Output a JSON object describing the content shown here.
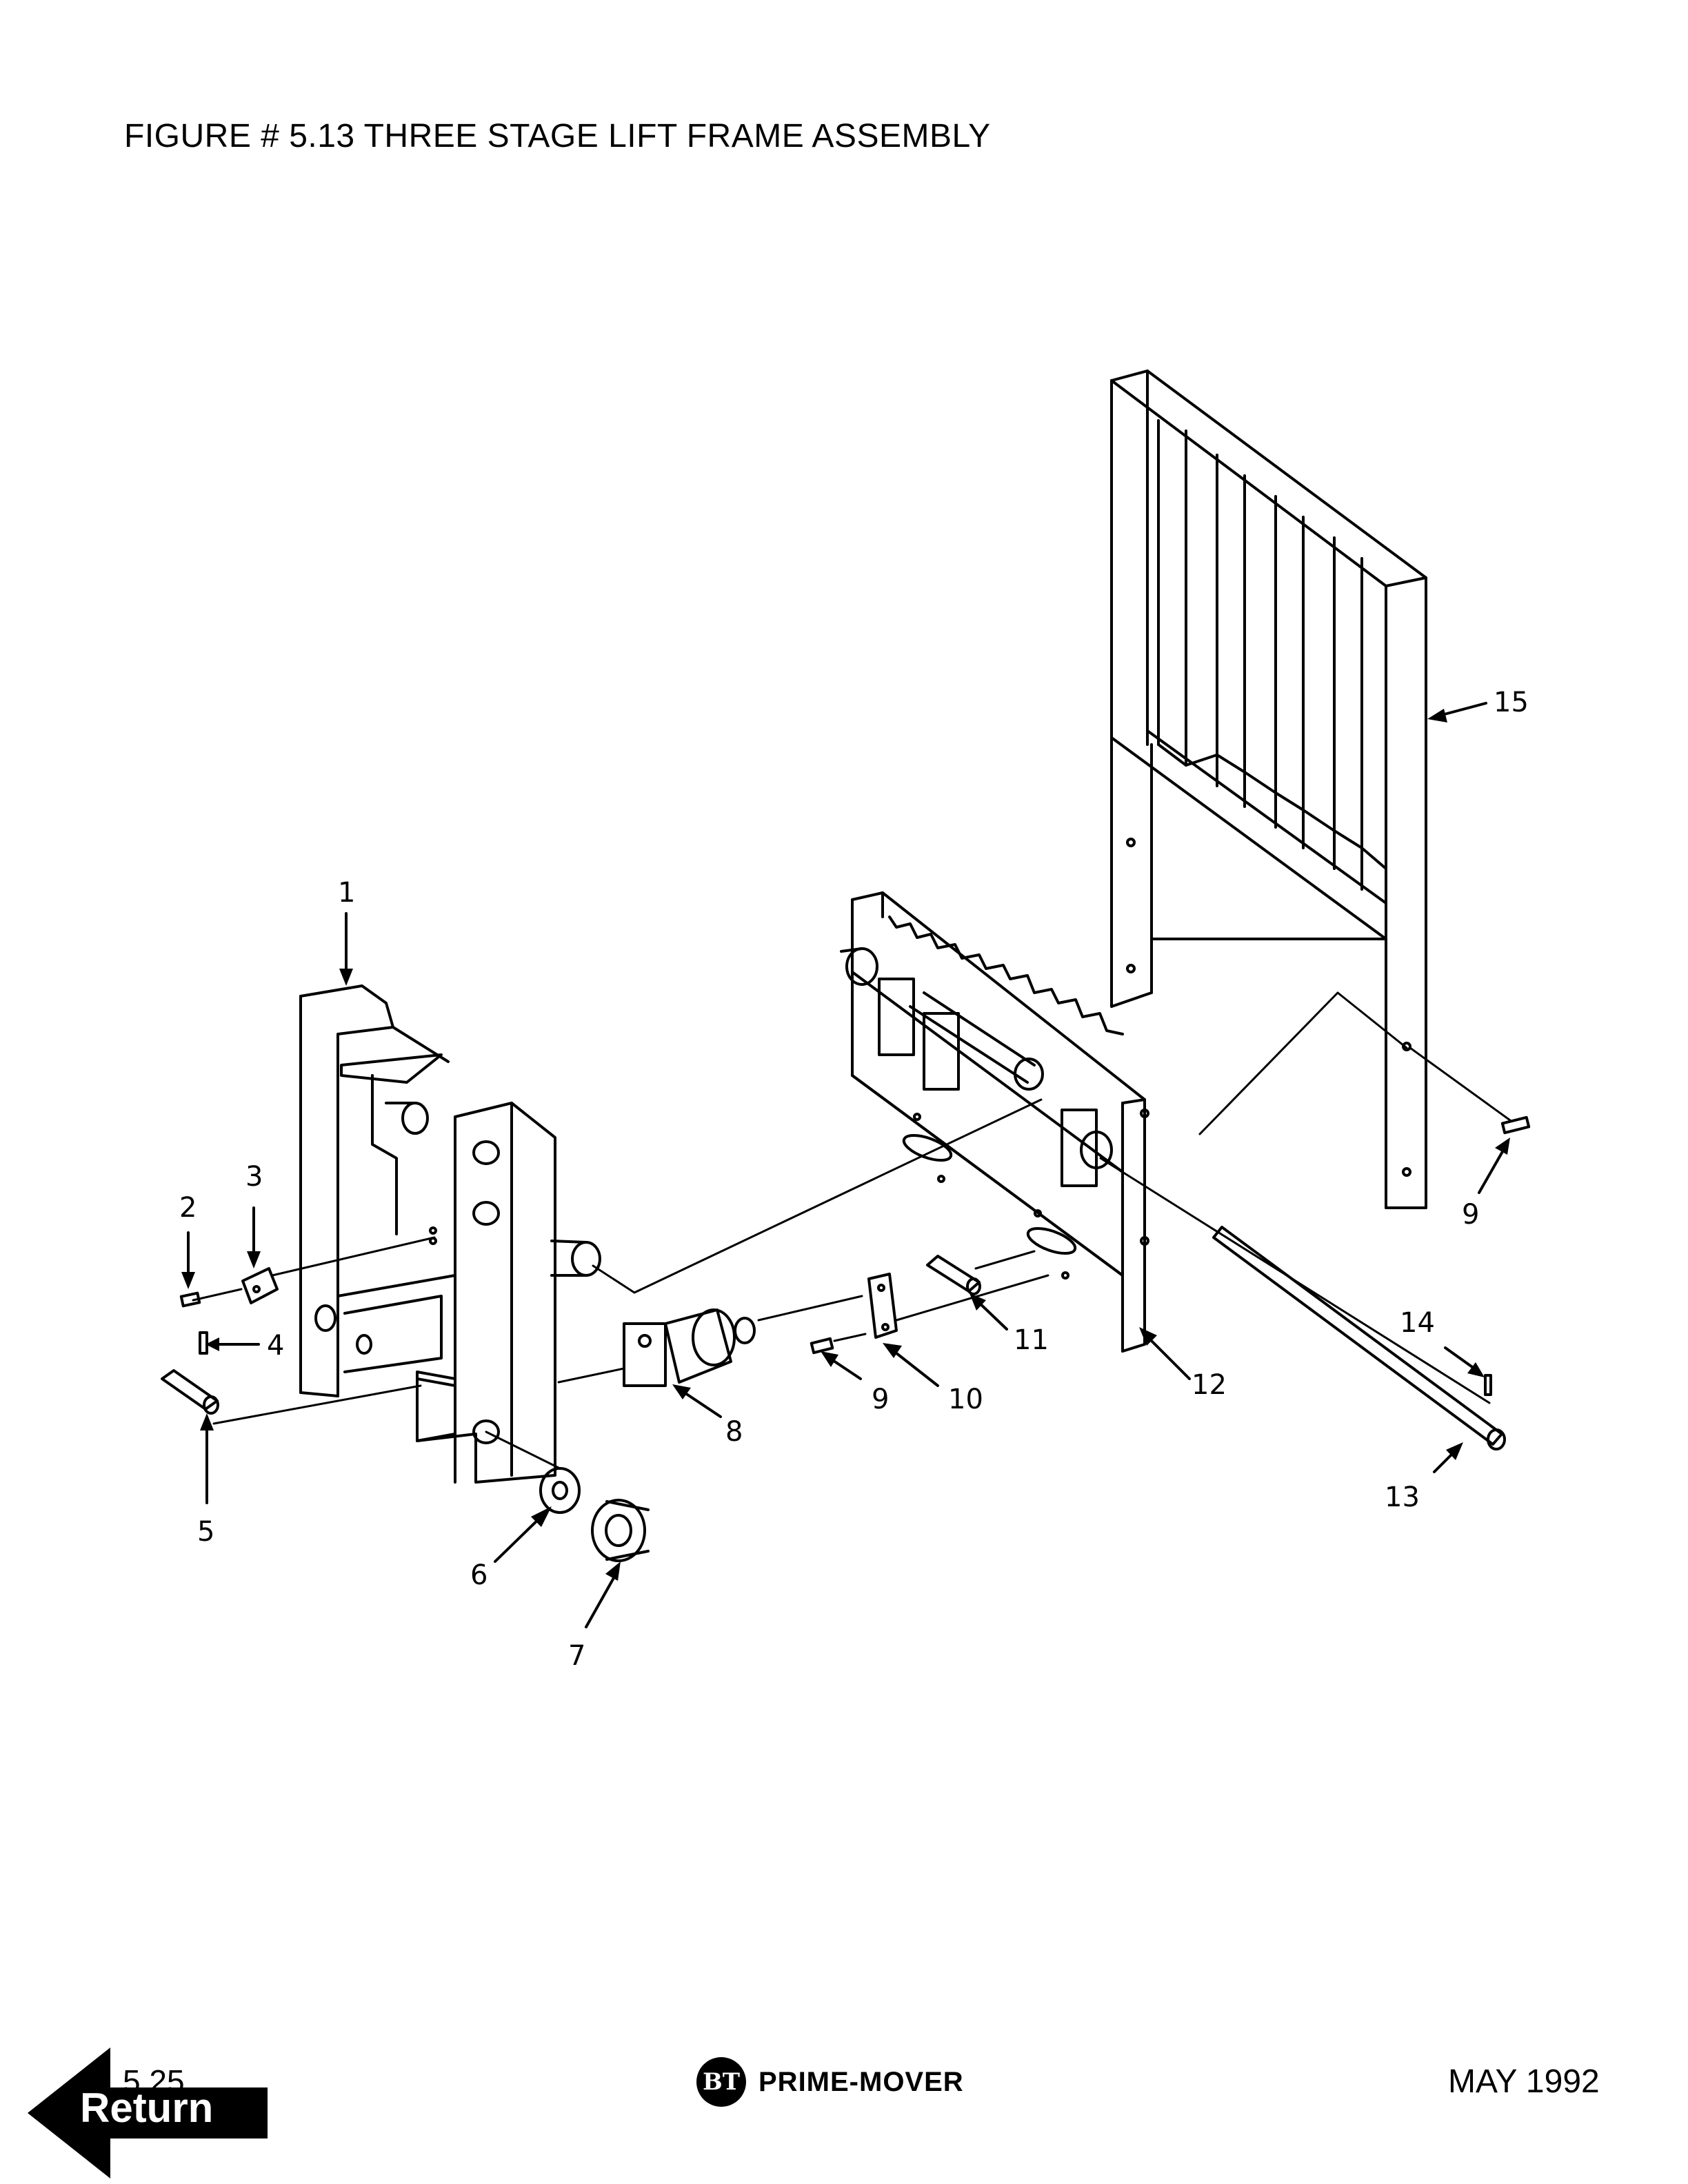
{
  "header": {
    "title": "FIGURE # 5.13  THREE STAGE LIFT FRAME ASSEMBLY"
  },
  "diagram": {
    "callouts": [
      "1",
      "2",
      "3",
      "4",
      "5",
      "6",
      "7",
      "8",
      "9",
      "10",
      "11",
      "12",
      "13",
      "14",
      "15",
      "9"
    ]
  },
  "footer": {
    "page_number": "5.25",
    "brand_logo": "BT",
    "brand_name": "PRIME-MOVER",
    "date": "MAY 1992",
    "return_label": "Return",
    "return_icon": "left-arrow-icon"
  }
}
